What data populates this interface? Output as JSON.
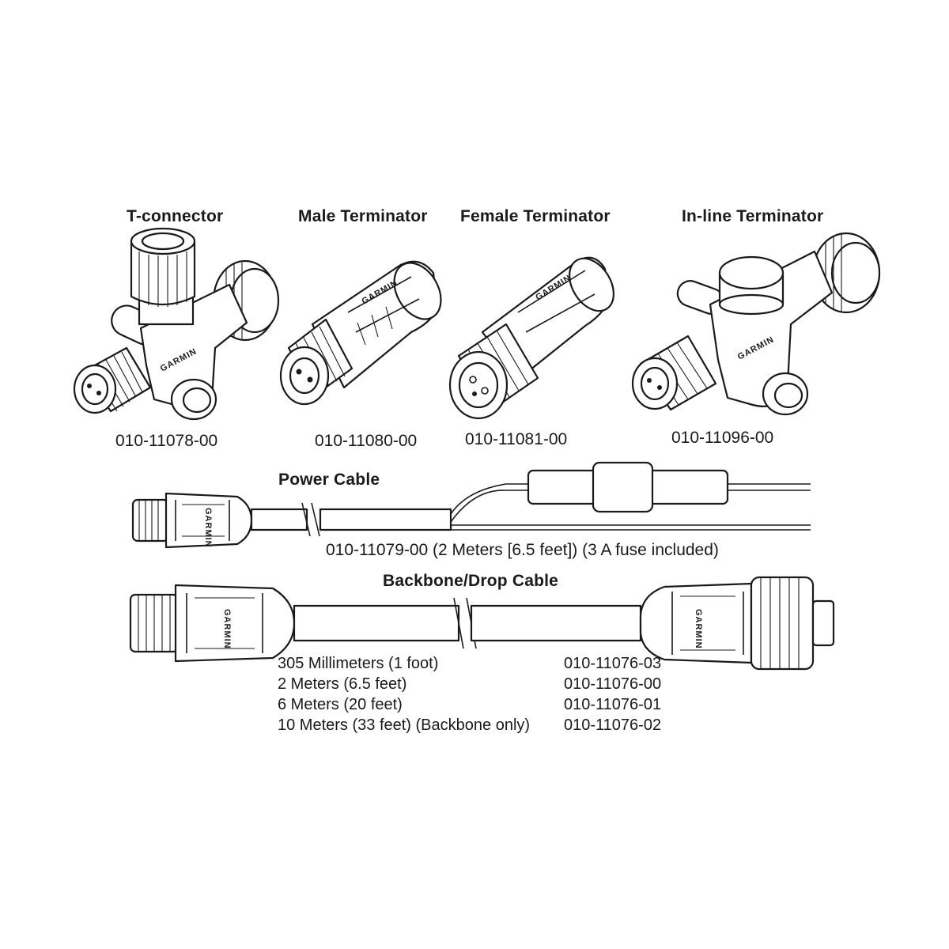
{
  "brand": {
    "logo_text": "GARMIN"
  },
  "connectors": [
    {
      "name": "T-connector",
      "part": "010-11078-00"
    },
    {
      "name": "Male Terminator",
      "part": "010-11080-00"
    },
    {
      "name": "Female Terminator",
      "part": "010-11081-00"
    },
    {
      "name": "In-line Terminator",
      "part": "010-11096-00"
    }
  ],
  "power_cable": {
    "title": "Power Cable",
    "description": "010-11079-00 (2 Meters [6.5 feet]) (3 A fuse included)"
  },
  "backbone_cable": {
    "title": "Backbone/Drop Cable",
    "variants": [
      {
        "length": "305 Millimeters (1 foot)",
        "part": "010-11076-03"
      },
      {
        "length": "2 Meters (6.5 feet)",
        "part": "010-11076-00"
      },
      {
        "length": "6 Meters (20 feet)",
        "part": "010-11076-01"
      },
      {
        "length": "10 Meters (33 feet) (Backbone only)",
        "part": "010-11076-02"
      }
    ]
  }
}
